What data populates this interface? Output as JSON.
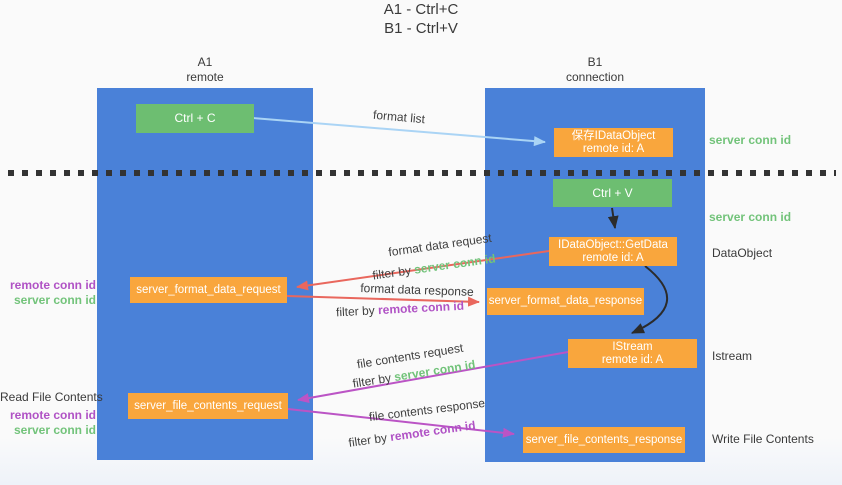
{
  "title": {
    "line1": "A1 - Ctrl+C",
    "line2": "B1 - Ctrl+V"
  },
  "lanes": {
    "a1": {
      "name": "A1",
      "subtitle": "remote"
    },
    "b1": {
      "name": "B1",
      "subtitle": "connection"
    }
  },
  "nodes": {
    "ctrl_c": {
      "label": "Ctrl + C"
    },
    "ctrl_v": {
      "label": "Ctrl + V"
    },
    "save_dataobject": {
      "line1": "保存IDataObject",
      "line2": "remote id: A"
    },
    "getdata": {
      "line1": "IDataObject::GetData",
      "line2": "remote id: A"
    },
    "istream": {
      "line1": "IStream",
      "line2": "remote id: A"
    },
    "format_request": {
      "label": "server_format_data_request"
    },
    "format_response": {
      "label": "server_format_data_response"
    },
    "file_request": {
      "label": "server_file_contents_request"
    },
    "file_response": {
      "label": "server_file_contents_response"
    }
  },
  "arrow_labels": {
    "format_list": "format list",
    "format_data_request": "format data request",
    "format_data_response": "format data response",
    "file_contents_request": "file contents request",
    "file_contents_response": "file contents response",
    "filter_by": "filter by",
    "server_conn_id": "server conn id",
    "remote_conn_id": "remote conn id"
  },
  "side_labels": {
    "server_conn_id_top": "server conn id",
    "server_conn_id_mid": "server conn id",
    "dataobject": "DataObject",
    "istream": "Istream",
    "write_file_contents": "Write File Contents",
    "read_file_contents": "Read File Contents",
    "remote_conn_id_1": "remote conn id",
    "server_conn_id_1": "server conn id",
    "remote_conn_id_2": "remote conn id",
    "server_conn_id_2": "server conn id"
  },
  "colors": {
    "lane_blue": "#4a81d8",
    "node_green": "#6dbe71",
    "node_orange": "#f9a63d",
    "arrow_light_blue": "#aad4f5",
    "arrow_red": "#e9675d",
    "arrow_magenta": "#bb54c5",
    "label_green": "#72c37a",
    "label_purple": "#b052c5",
    "dotted_line": "#333333",
    "text_dark": "#3a3a3a"
  }
}
